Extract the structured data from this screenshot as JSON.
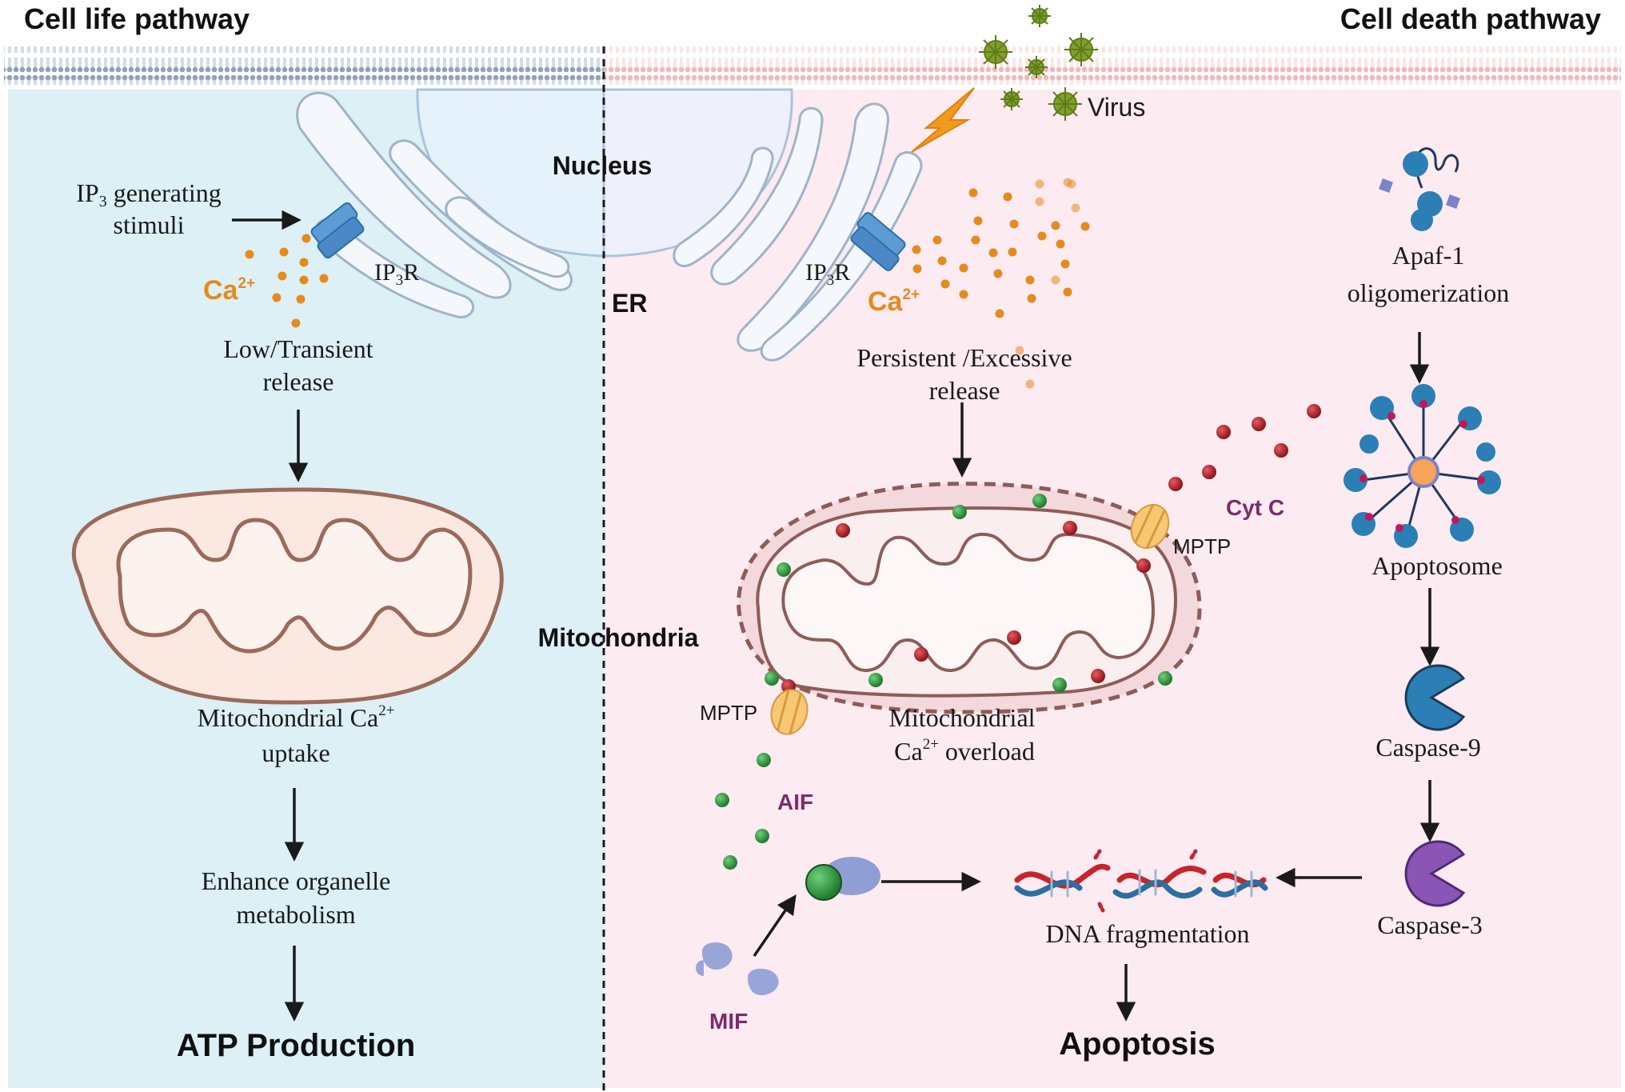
{
  "titles": {
    "left": "Cell life pathway",
    "right": "Cell death pathway"
  },
  "organelles": {
    "nucleus": "Nucleus",
    "er": "ER",
    "mitochondria": "Mitochondria",
    "virus": "Virus"
  },
  "left": {
    "stimuli_line1": "IP",
    "stimuli_sub": "3",
    "stimuli_rest": " generating",
    "stimuli_line2": "stimuli",
    "receptor": "IP",
    "receptor_sub": "3",
    "receptor_rest": "R",
    "ca": "Ca",
    "ca_sup": "2+",
    "release_line1": "Low/Transient",
    "release_line2": "release",
    "uptake_line1": "Mitochondrial Ca",
    "uptake_sup": "2+",
    "uptake_line2": "uptake",
    "metab_line1": "Enhance organelle",
    "metab_line2": "metabolism",
    "atp": "ATP Production"
  },
  "right": {
    "receptor": "IP",
    "receptor_sub": "3",
    "receptor_rest": "R",
    "ca": "Ca",
    "ca_sup": "2+",
    "release_line1": "Persistent /Excessive",
    "release_line2": "release",
    "mptp_top": "MPTP",
    "mptp_bottom": "MPTP",
    "cytc": "Cyt C",
    "aif": "AIF",
    "mif": "MIF",
    "overload_line1": "Mitochondrial",
    "overload_ca": "Ca",
    "overload_sup": "2+",
    "overload_rest": " overload",
    "apaf_line1": "Apaf-1",
    "apaf_line2": "oligomerization",
    "apoptosome": "Apoptosome",
    "casp9": "Caspase-9",
    "casp3": "Caspase-3",
    "dna": "DNA fragmentation",
    "apoptosis": "Apoptosis"
  },
  "colors": {
    "left_bg": "#dcf0f5",
    "right_bg": "#fcebf1",
    "ca": "#e58a1f",
    "cytc": "#b21e28",
    "aif": "#2e8b3a",
    "casp9": "#2b6e9a",
    "casp3": "#8a55b5"
  }
}
